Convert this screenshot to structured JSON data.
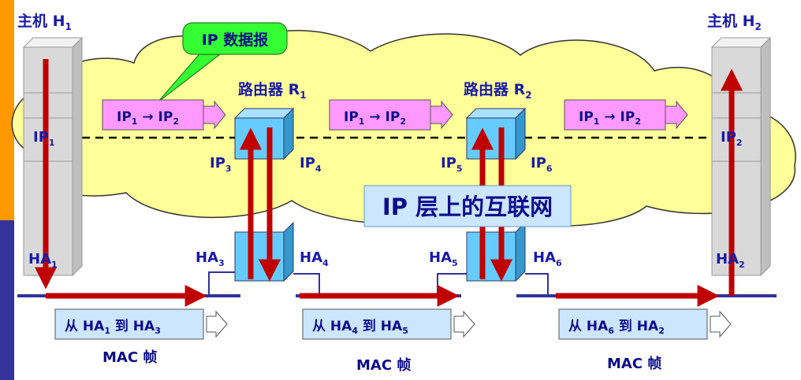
{
  "hosts": {
    "h1": {
      "prefix": "主机 H",
      "sub": "1"
    },
    "h2": {
      "prefix": "主机 H",
      "sub": "2"
    }
  },
  "callout": {
    "label": "IP 数据报"
  },
  "routers": {
    "r1": {
      "prefix": "路由器 R",
      "sub": "1"
    },
    "r2": {
      "prefix": "路由器 R",
      "sub": "2"
    }
  },
  "ip_addresses": {
    "ip1": {
      "prefix": "IP",
      "sub": "1"
    },
    "ip2": {
      "prefix": "IP",
      "sub": "2"
    },
    "ip3": {
      "prefix": "IP",
      "sub": "3"
    },
    "ip4": {
      "prefix": "IP",
      "sub": "4"
    },
    "ip5": {
      "prefix": "IP",
      "sub": "5"
    },
    "ip6": {
      "prefix": "IP",
      "sub": "6"
    }
  },
  "hw_addresses": {
    "ha1": {
      "prefix": "HA",
      "sub": "1"
    },
    "ha2": {
      "prefix": "HA",
      "sub": "2"
    },
    "ha3": {
      "prefix": "HA",
      "sub": "3"
    },
    "ha4": {
      "prefix": "HA",
      "sub": "4"
    },
    "ha5": {
      "prefix": "HA",
      "sub": "5"
    },
    "ha6": {
      "prefix": "HA",
      "sub": "6"
    }
  },
  "ip_packet": {
    "src": "IP",
    "src_sub": "1",
    "arrow": " → ",
    "dst": "IP",
    "dst_sub": "2"
  },
  "mac_frames": [
    {
      "from": "从 HA",
      "from_sub": "1",
      "mid": " 到 HA",
      "to_sub": "3"
    },
    {
      "from": "从 HA",
      "from_sub": "4",
      "mid": " 到 HA",
      "to_sub": "5"
    },
    {
      "from": "从 HA",
      "from_sub": "6",
      "mid": " 到 HA",
      "to_sub": "2"
    }
  ],
  "mac_frame_label": "MAC 帧",
  "cloud_label": "IP 层上的互联网",
  "colors": {
    "cloud": "#ffff99",
    "cloud_stroke": "#333333",
    "arrow": "#c00000",
    "packet_fill": "#ff99ff",
    "frame_fill": "#cce6ff",
    "router_fill": "#66ccff",
    "host_fill": "#d9d9d9",
    "text": "#1a1aa6",
    "network_line": "#33339a",
    "left_bar_top": "#ff9900",
    "left_bar_bottom": "#333399"
  }
}
